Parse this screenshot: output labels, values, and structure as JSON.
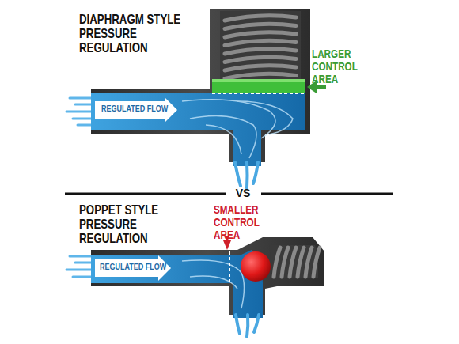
{
  "diagram": {
    "labels": [
      "DIAPHRAGM STYLE PRESSURE REGULATION",
      "REGULATED FLOW",
      "LARGER CONTROL AREA",
      "VS",
      "POPPET STYLE PRESSURE REGULATION",
      "REGULATED FLOW",
      "SMALLER CONTROL AREA"
    ]
  }
}
